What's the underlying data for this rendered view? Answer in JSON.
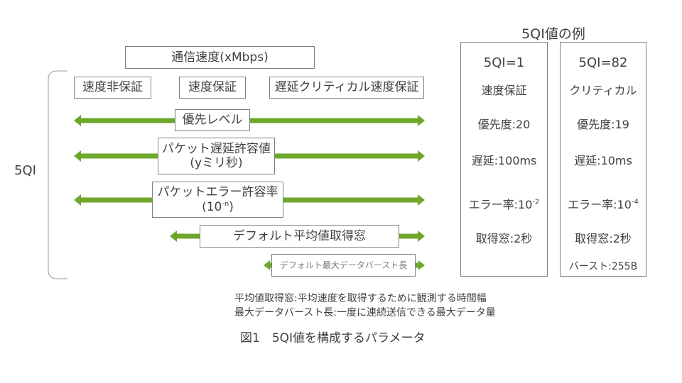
{
  "left": {
    "bracket_label": "5QI",
    "speed_header": "通信速度(xMbps)",
    "categories": [
      "速度非保証",
      "速度保証",
      "遅延クリティカル速度保証"
    ],
    "parameters": [
      {
        "label": "優先レベル"
      },
      {
        "label": "パケット遅延許容値",
        "sub": "(yミリ秒)"
      },
      {
        "label": "パケットエラー許容率",
        "sub_base": "(10",
        "sub_exp": "-n",
        "sub_end": ")"
      },
      {
        "label": "デフォルト平均値取得窓"
      },
      {
        "label": "デフォルト最大データバースト長"
      }
    ]
  },
  "examples": {
    "title": "5QI値の例",
    "columns": [
      {
        "name": "5QI=1",
        "type": "速度保証",
        "priority": "優先度:20",
        "delay": "遅延:100ms",
        "error_base": "エラー率:10",
        "error_exp": "-2",
        "window": "取得窓:2秒"
      },
      {
        "name": "5QI=82",
        "type": "クリティカル",
        "priority": "優先度:19",
        "delay": "遅延:10ms",
        "error_base": "エラー率:10",
        "error_exp": "-4",
        "window": "取得窓:2秒",
        "burst": "バースト:255B"
      }
    ]
  },
  "notes": [
    "平均値取得窓:平均速度を取得するために観測する時間幅",
    "最大データバースト長:一度に連続送信できる最大データ量"
  ],
  "caption": "図1　5QI値を構成するパラメータ",
  "colors": {
    "arrow": "#6fa72c",
    "text": "#404040",
    "border": "#7f7f7f"
  }
}
